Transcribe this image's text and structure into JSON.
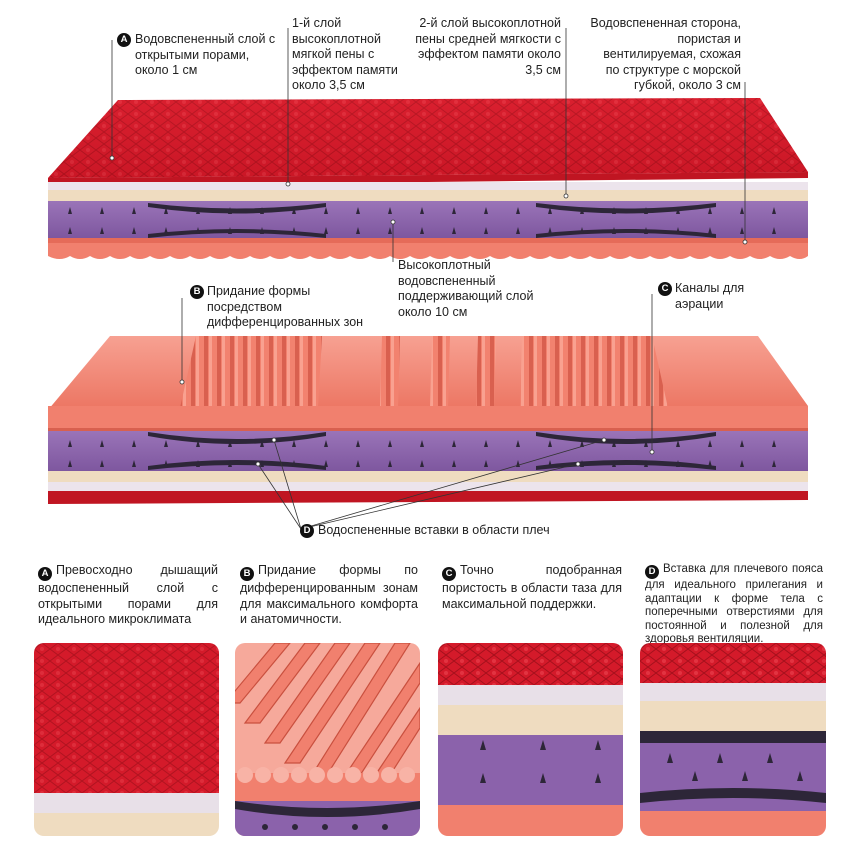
{
  "top_callouts": {
    "a_label": "Водовспененный слой с открытыми порами, около 1 см",
    "first_layer": "1-й слой высокоплотной мягкой пены с эффектом памяти около 3,5 см",
    "second_layer": "2-й слой высокоплотной пены средней мягкости с эффектом памяти около 3,5 см",
    "water_side": "Водовспененная сторона, пористая и вентилируемая, схожая по структуре с морской губкой, около 3 см",
    "support_layer": "Высокоплотный водовспененный поддерживающий слой около 10 см"
  },
  "middle_callouts": {
    "b_label": "Придание формы посредством дифференцированных зон",
    "c_label": "Каналы для аэрации",
    "d_label": "Водоспененные вставки в области плеч"
  },
  "badges": {
    "a": "A",
    "b": "B",
    "c": "C",
    "d": "D"
  },
  "descriptions": {
    "a": "Превосходно дышащий водоспененный слой с открытыми порами для идеального микроклимата",
    "b": "Придание формы по дифференцированным зонам для максимального комфорта и анатомичности.",
    "c": "Точно подобранная пористость в области таза для максимальной поддержки.",
    "d": "Вставка для плечевого пояса для идеального прилегания и адаптации к форме тела с поперечными отверстиями для постоянной и полезной для здоровья вентиляции."
  },
  "colors": {
    "red": "#d41a2a",
    "cream": "#efdcc0",
    "lavender": "#e8e0e8",
    "purple": "#8b62ab",
    "salmon": "#f1806e",
    "dark": "#2d2638"
  }
}
